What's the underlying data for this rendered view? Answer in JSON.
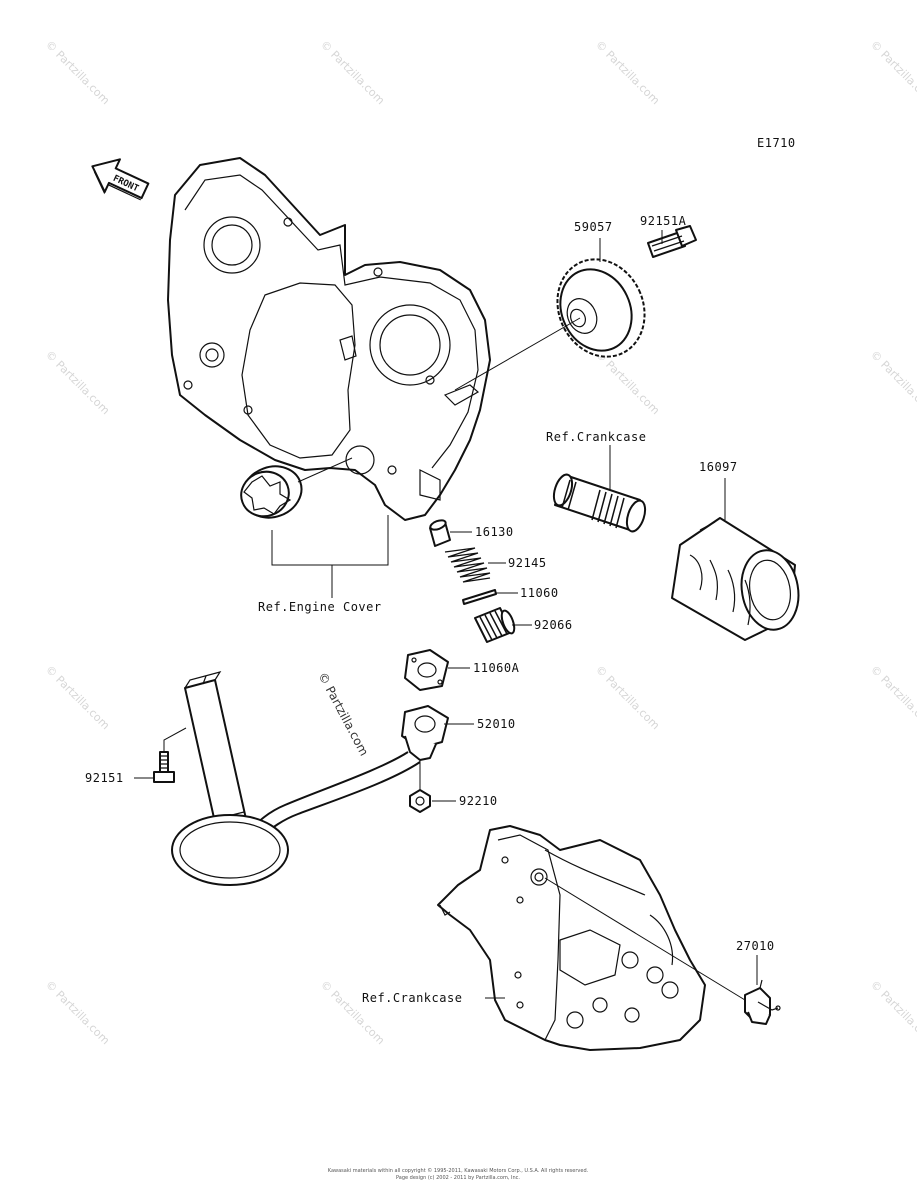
{
  "diagram_code": "E1710",
  "front_label": "FRONT",
  "watermark": "© Partzilla.com",
  "footer": {
    "line1": "Kawasaki materials within all copyright © 1995-2011, Kawasaki Motors Corp., U.S.A. All rights reserved.",
    "line2": "Page design (c) 2002 - 2011 by Partzilla.com, Inc."
  },
  "parts": [
    {
      "id": "59057",
      "label": "59057"
    },
    {
      "id": "92151A",
      "label": "92151A"
    },
    {
      "id": "16097",
      "label": "16097"
    },
    {
      "id": "16130",
      "label": "16130"
    },
    {
      "id": "92145",
      "label": "92145"
    },
    {
      "id": "11060",
      "label": "11060"
    },
    {
      "id": "92066",
      "label": "92066"
    },
    {
      "id": "11060A",
      "label": "11060A"
    },
    {
      "id": "52010",
      "label": "52010"
    },
    {
      "id": "92210",
      "label": "92210"
    },
    {
      "id": "92151",
      "label": "92151"
    },
    {
      "id": "27010",
      "label": "27010"
    }
  ],
  "refs": {
    "crankcase_top": "Ref.Crankcase",
    "engine_cover": "Ref.Engine Cover",
    "crankcase_bottom": "Ref.Crankcase"
  }
}
